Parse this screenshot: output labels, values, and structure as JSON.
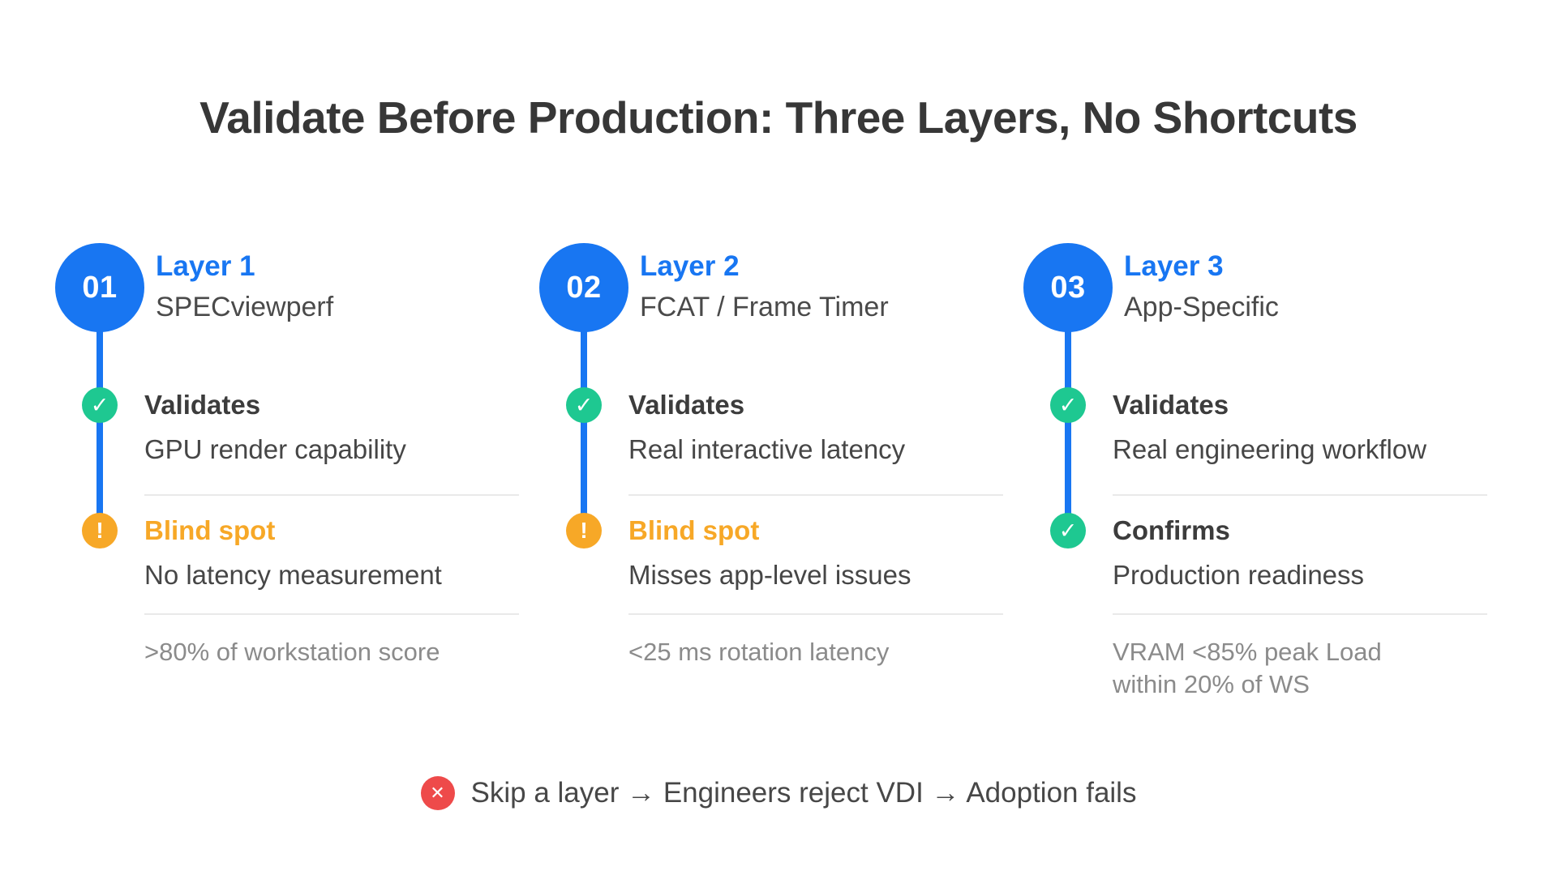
{
  "title": "Validate Before Production: Three Layers, No Shortcuts",
  "colors": {
    "accent_blue": "#1876F2",
    "accent_green": "#1EC891",
    "accent_orange": "#F7A827",
    "accent_red": "#EE4A4A"
  },
  "icons": {
    "check": "✓",
    "warning": "!",
    "fail": "✕"
  },
  "columns": [
    {
      "number": "01",
      "layer_label": "Layer 1",
      "layer_name": "SPECviewperf",
      "section1": {
        "title": "Validates",
        "desc": "GPU render capability"
      },
      "section2": {
        "title": "Blind spot",
        "desc": "No latency measurement"
      },
      "metric_lines": [
        ">80% of workstation score"
      ]
    },
    {
      "number": "02",
      "layer_label": "Layer 2",
      "layer_name": "FCAT / Frame Timer",
      "section1": {
        "title": "Validates",
        "desc": "Real interactive latency"
      },
      "section2": {
        "title": "Blind spot",
        "desc": "Misses app-level issues"
      },
      "metric_lines": [
        "<25 ms rotation latency"
      ]
    },
    {
      "number": "03",
      "layer_label": "Layer 3",
      "layer_name": "App-Specific",
      "section1": {
        "title": "Validates",
        "desc": "Real engineering workflow"
      },
      "section2": {
        "title": "Confirms",
        "desc": "Production readiness"
      },
      "metric_lines": [
        "VRAM <85% peak Load",
        "within 20% of WS"
      ]
    }
  ],
  "footer": {
    "text": "Skip a layer → Engineers reject VDI → Adoption fails"
  }
}
